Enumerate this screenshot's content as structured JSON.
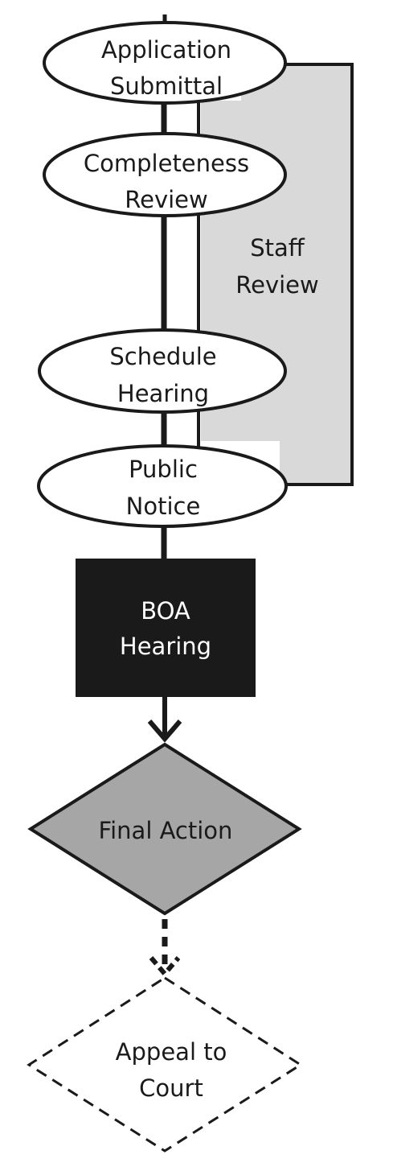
{
  "nodes": {
    "application_submittal": {
      "line1": "Application",
      "line2": "Submittal"
    },
    "completeness_review": {
      "line1": "Completeness",
      "line2": "Review"
    },
    "schedule_hearing": {
      "line1": "Schedule",
      "line2": "Hearing"
    },
    "public_notice": {
      "line1": "Public",
      "line2": "Notice"
    },
    "boa_hearing": {
      "line1": "BOA",
      "line2": "Hearing"
    },
    "final_action": {
      "label": "Final Action"
    },
    "appeal_to_court": {
      "line1": "Appeal to",
      "line2": "Court"
    }
  },
  "staff_review": {
    "line1": "Staff",
    "line2": "Review"
  },
  "colors": {
    "background": "#ffffff",
    "line": "#1a1a1a",
    "staff_review_fill": "#d9d9d9",
    "boa_fill": "#1a1a1a",
    "final_action_fill": "#a6a6a6"
  }
}
